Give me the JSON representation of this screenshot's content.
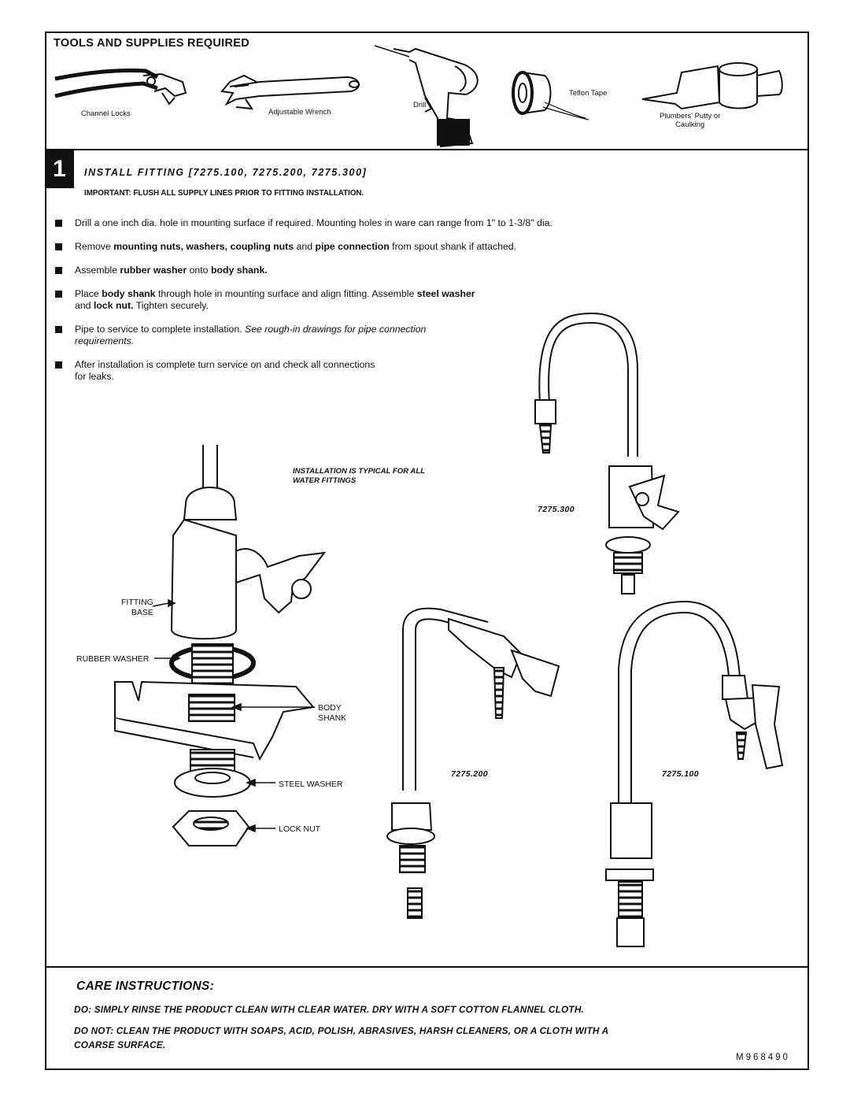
{
  "tools": {
    "title": "TOOLS AND SUPPLIES REQUIRED",
    "items": [
      {
        "label": "Channel Locks",
        "icon": "channel-locks-icon"
      },
      {
        "label": "Adjustable Wrench",
        "icon": "adjustable-wrench-icon"
      },
      {
        "label": "Drill",
        "icon": "drill-icon"
      },
      {
        "label": "Teflon Tape",
        "icon": "teflon-tape-icon"
      },
      {
        "label": "Plumbers' Putty or",
        "label2": "Caulking",
        "icon": "caulking-icon"
      }
    ]
  },
  "step": {
    "number": "1",
    "title": "INSTALL FITTING [7275.100, 7275.200, 7275.300]",
    "important": "IMPORTANT: FLUSH ALL SUPPLY LINES PRIOR TO FITTING INSTALLATION.",
    "bullets": {
      "b1": "Drill a one inch dia. hole in mounting surface if required. Mounting holes in ware can range from 1\" to 1-3/8\" dia.",
      "b2": {
        "t1": "Remove ",
        "t2": "mounting nuts, washers, coupling nuts",
        "t3": " and ",
        "t4": "pipe connection",
        "t5": " from spout shank if attached."
      },
      "b3": {
        "t1": "Assemble ",
        "t2": "rubber washer",
        "t3": " onto ",
        "t4": "body shank."
      },
      "b4": {
        "t1": "Place ",
        "t2": "body shank",
        "t3": " through hole in mounting surface and align fitting. Assemble ",
        "t4": "steel washer",
        "t5": "and ",
        "t6": "lock nut.",
        "t7": " Tighten securely."
      },
      "b5": {
        "t1": "Pipe to service to complete installation. ",
        "t2": "See rough-in drawings for pipe connection",
        "t3": "requirements."
      },
      "b6": {
        "t1": "After installation is complete turn service on and check all connections",
        "t2": "for leaks."
      }
    }
  },
  "figure": {
    "note_line1": "INSTALLATION IS TYPICAL FOR ALL",
    "note_line2": "WATER FITTINGS",
    "models": {
      "m300": "7275.300",
      "m200": "7275.200",
      "m100": "7275.100"
    },
    "callouts": {
      "fitting_base_1": "FITTING",
      "fitting_base_2": "BASE",
      "rubber_washer": "RUBBER WASHER",
      "body_shank_1": "BODY",
      "body_shank_2": "SHANK",
      "steel_washer": "STEEL WASHER",
      "lock_nut": "LOCK NUT"
    }
  },
  "care": {
    "title": "CARE INSTRUCTIONS:",
    "do": "DO: SIMPLY RINSE THE PRODUCT CLEAN WITH CLEAR WATER. DRY WITH A SOFT COTTON FLANNEL CLOTH.",
    "do_not_1": "DO NOT: CLEAN THE PRODUCT WITH SOAPS, ACID, POLISH, ABRASIVES, HARSH CLEANERS, OR A CLOTH WITH A",
    "do_not_2": "COARSE SURFACE."
  },
  "doc_code": "M968490"
}
